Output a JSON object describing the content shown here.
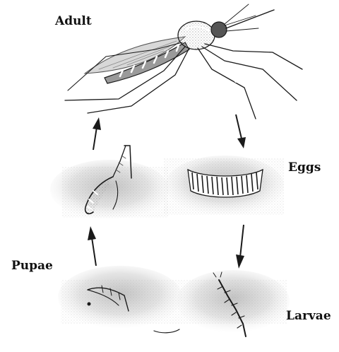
{
  "labels": {
    "adult": "Adult",
    "eggs": "Eggs",
    "pupae": "Pupae",
    "larvae": "Larvae"
  },
  "colors": {
    "ink": "#1a1a1a",
    "stipple": "#9a9a9a",
    "water": "#e2e2e2"
  }
}
